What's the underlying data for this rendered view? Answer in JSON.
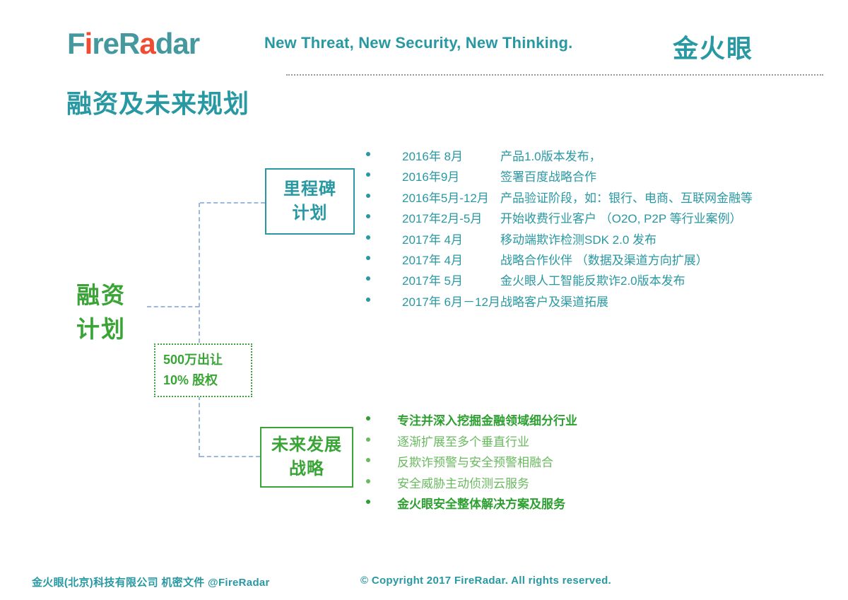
{
  "header": {
    "logo_segments": [
      {
        "text": "F",
        "color": "logo_teal"
      },
      {
        "text": "i",
        "color": "red"
      },
      {
        "text": "reR",
        "color": "logo_teal"
      },
      {
        "text": "a",
        "color": "red"
      },
      {
        "text": "dar",
        "color": "logo_teal"
      }
    ],
    "tagline": "New Threat, New Security, New Thinking.",
    "brand_cn": "金火眼"
  },
  "title": "融资及未来规划",
  "diagram": {
    "root_label": {
      "line1": "融资",
      "line2": "计划"
    },
    "milestone_box": {
      "line1": "里程碑",
      "line2": "计划"
    },
    "equity_box": {
      "line1": "500万出让",
      "line2": "10% 股权"
    },
    "future_box": {
      "line1": "未来发展",
      "line2": "战略"
    }
  },
  "milestones": [
    {
      "date": "2016年 8月",
      "desc": "产品1.0版本发布，"
    },
    {
      "date": "2016年9月",
      "desc": "签署百度战略合作"
    },
    {
      "date": "2016年5月-12月",
      "desc": "产品验证阶段，如：银行、电商、互联网金融等"
    },
    {
      "date": "2017年2月-5月",
      "desc": "开始收费行业客户 （O2O, P2P 等行业案例）"
    },
    {
      "date": "2017年 4月",
      "desc": "移动端欺诈检测SDK 2.0 发布"
    },
    {
      "date": "2017年 4月",
      "desc": "战略合作伙伴 （数据及渠道方向扩展）"
    },
    {
      "date": "2017年 5月",
      "desc": "金火眼人工智能反欺诈2.0版本发布"
    },
    {
      "date": "2017年 6月－12月",
      "desc": "战略客户及渠道拓展"
    }
  ],
  "strategies": [
    {
      "text": "专注并深入挖掘金融领域细分行业",
      "emphasis": true
    },
    {
      "text": "逐渐扩展至多个垂直行业",
      "emphasis": false
    },
    {
      "text": "反欺诈预警与安全预警相融合",
      "emphasis": false
    },
    {
      "text": "安全威胁主动侦测云服务",
      "emphasis": false
    },
    {
      "text": "金火眼安全整体解决方案及服务",
      "emphasis": true
    }
  ],
  "footer": {
    "left": "金火眼(北京)科技有限公司   机密文件 @FireRadar",
    "right": "© Copyright 2017 FireRadar. All rights reserved."
  },
  "colors": {
    "teal": "#2898A2",
    "logo_teal": "#44989E",
    "red": "#F04B33",
    "green": "#3AA437",
    "green_light": "#69B95F",
    "green_emphasis": "#2E9F31",
    "dash_blue": "#9DB8DE",
    "rule_gray": "#999999"
  }
}
